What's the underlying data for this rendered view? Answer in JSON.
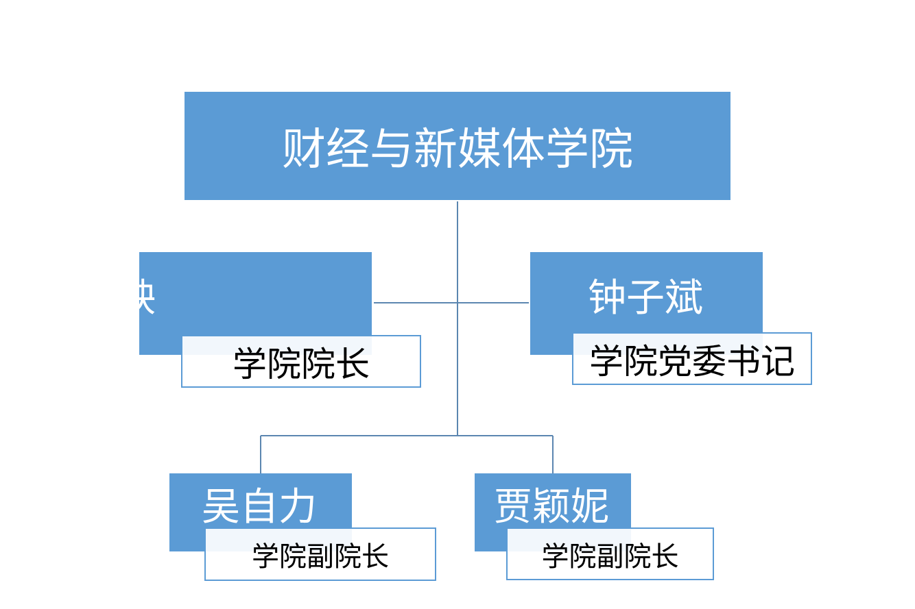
{
  "org": {
    "title": "财经与新媒体学院",
    "members": [
      {
        "name": "陈映",
        "role": "学院院长"
      },
      {
        "name": "钟子斌",
        "role": "学院党委书记"
      },
      {
        "name": "吴自力",
        "role": "学院副院长"
      },
      {
        "name": "贾颖妮",
        "role": "学院副院长"
      }
    ]
  },
  "colors": {
    "box_fill": "#5b9bd5",
    "connector": "#5b86b0",
    "role_border": "#5b9bd5"
  }
}
